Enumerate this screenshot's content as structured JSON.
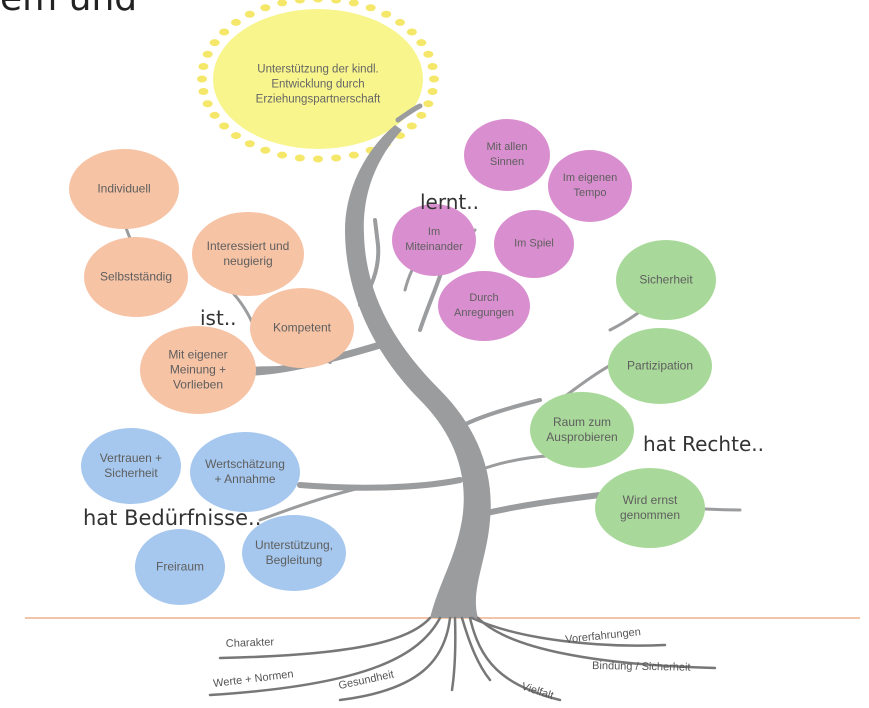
{
  "header_fragment": "em und",
  "sun": {
    "label": "Unterstützung der kindl.\nEntwicklung durch\nErziehungspartnerschaft"
  },
  "groups": {
    "ist": {
      "label": "ist..",
      "color": "#f6c3a5",
      "items": [
        "Individuell",
        "Selbstständig",
        "Interessiert und\nneugierig",
        "Kompetent",
        "Mit eigener\nMeinung +\nVorlieben"
      ]
    },
    "lernt": {
      "label": "lernt..",
      "color": "#d98fcf",
      "items": [
        "Mit allen\nSinnen",
        "Im eigenen\nTempo",
        "Im\nMiteinander",
        "Im Spiel",
        "Durch\nAnregungen"
      ]
    },
    "rechte": {
      "label": "hat Rechte..",
      "color": "#a9d99a",
      "items": [
        "Sicherheit",
        "Partizipation",
        "Raum zum\nAusprobieren",
        "Wird ernst\ngenommen"
      ]
    },
    "beduerfnisse": {
      "label": "hat Bedürfnisse..",
      "color": "#a6c8ee",
      "items": [
        "Vertrauen +\nSicherheit",
        "Wertschätzung\n+ Annahme",
        "Freiraum",
        "Unterstützung,\nBegleitung"
      ]
    }
  },
  "roots": [
    "Charakter",
    "Werte + Normen",
    "Gesundheit",
    "Vielfalt",
    "Bindung / Sicherheit",
    "Vorerfahrungen"
  ],
  "colors": {
    "sun": "#f8f58c",
    "sun_dots": "#f5e76a",
    "trunk": "#9b9c9e",
    "ground": "#f2c4a8"
  }
}
